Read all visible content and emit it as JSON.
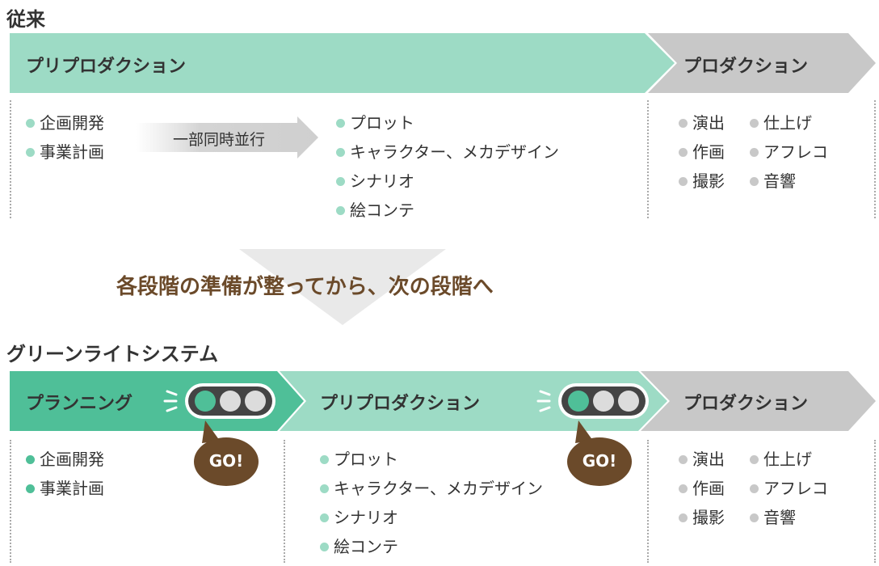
{
  "conventional": {
    "title": "従来",
    "preproduction_label": "プリプロダクション",
    "production_label": "プロダクション",
    "planning_items": [
      "企画開発",
      "事業計画"
    ],
    "parallel_label": "一部同時並行",
    "preproduction_items": [
      "プロット",
      "キャラクター、メカデザイン",
      "シナリオ",
      "絵コンテ"
    ],
    "production_items_left": [
      "演出",
      "作画",
      "撮影"
    ],
    "production_items_right": [
      "仕上げ",
      "アフレコ",
      "音響"
    ]
  },
  "summary": "各段階の準備が整ってから、次の段階へ",
  "greenlight": {
    "title": "グリーンライトシステム",
    "planning_label": "プランニング",
    "preproduction_label": "プリプロダクション",
    "production_label": "プロダクション",
    "go_label": "GO!",
    "planning_items": [
      "企画開発",
      "事業計画"
    ],
    "preproduction_items": [
      "プロット",
      "キャラクター、メカデザイン",
      "シナリオ",
      "絵コンテ"
    ],
    "production_items_left": [
      "演出",
      "作画",
      "撮影"
    ],
    "production_items_right": [
      "仕上げ",
      "アフレコ",
      "音響"
    ]
  },
  "colors": {
    "green_light": "#9ddbc5",
    "green_dark": "#4fbf98",
    "gray": "#c8c8c8",
    "brown": "#6b4a2a",
    "traffic_light_body": "#444444"
  }
}
